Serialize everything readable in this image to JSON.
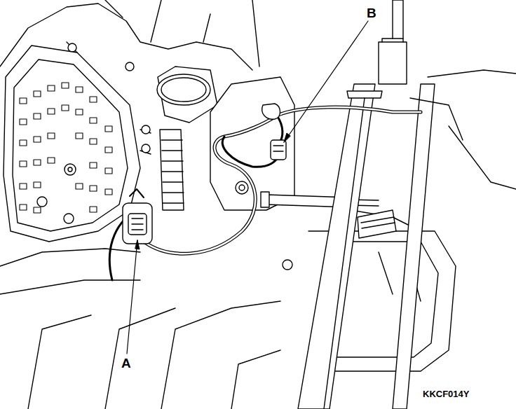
{
  "diagram": {
    "labels": [
      "B",
      "A",
      "KKCF014Y"
    ]
  }
}
